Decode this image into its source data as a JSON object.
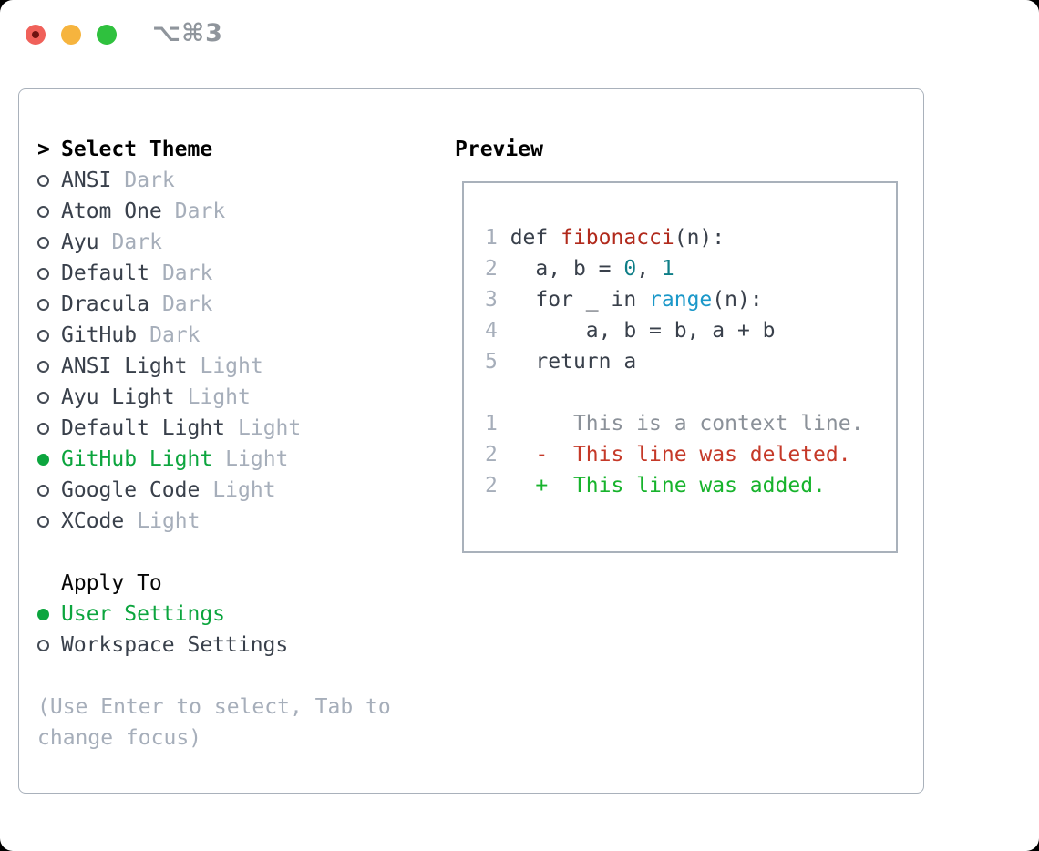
{
  "window": {
    "shortcut": "⌥⌘3"
  },
  "colors": {
    "accent_green": "#0ca53e",
    "added_green": "#17b32c",
    "deleted_red": "#c53928",
    "function_red": "#b12a1c",
    "number_teal": "#0e7e87",
    "builtin_blue": "#1b98c9",
    "muted_gray": "#a6aeba",
    "text_dark": "#39404b",
    "border_gray": "#a9b1bb",
    "traffic_red": "#f0615a",
    "traffic_yellow": "#f6b43e",
    "traffic_green": "#2fc13e"
  },
  "theme_list": {
    "prompt": ">",
    "header": "Select Theme",
    "items": [
      {
        "name": "ANSI",
        "variant": "Dark",
        "selected": false
      },
      {
        "name": "Atom One",
        "variant": "Dark",
        "selected": false
      },
      {
        "name": "Ayu",
        "variant": "Dark",
        "selected": false
      },
      {
        "name": "Default",
        "variant": "Dark",
        "selected": false
      },
      {
        "name": "Dracula",
        "variant": "Dark",
        "selected": false
      },
      {
        "name": "GitHub",
        "variant": "Dark",
        "selected": false
      },
      {
        "name": "ANSI Light",
        "variant": "Light",
        "selected": false
      },
      {
        "name": "Ayu Light",
        "variant": "Light",
        "selected": false
      },
      {
        "name": "Default Light",
        "variant": "Light",
        "selected": false
      },
      {
        "name": "GitHub Light",
        "variant": "Light",
        "selected": true
      },
      {
        "name": "Google Code",
        "variant": "Light",
        "selected": false
      },
      {
        "name": "XCode",
        "variant": "Light",
        "selected": false
      }
    ]
  },
  "apply_to": {
    "header": "Apply To",
    "options": [
      {
        "label": "User Settings",
        "selected": true
      },
      {
        "label": "Workspace Settings",
        "selected": false
      }
    ]
  },
  "hint": "(Use Enter to select, Tab to change focus)",
  "preview": {
    "title": "Preview",
    "code_lines": [
      [
        [
          "ln",
          "1"
        ],
        [
          "pl",
          " def "
        ],
        [
          "fn",
          "fibonacci"
        ],
        [
          "pl",
          "(n):"
        ]
      ],
      [
        [
          "ln",
          "2"
        ],
        [
          "pl",
          "   a, b = "
        ],
        [
          "num",
          "0"
        ],
        [
          "pl",
          ", "
        ],
        [
          "num",
          "1"
        ]
      ],
      [
        [
          "ln",
          "3"
        ],
        [
          "pl",
          "   for _ in "
        ],
        [
          "bi",
          "range"
        ],
        [
          "pl",
          "(n):"
        ]
      ],
      [
        [
          "ln",
          "4"
        ],
        [
          "pl",
          "       a, b = b, a + b"
        ]
      ],
      [
        [
          "ln",
          "5"
        ],
        [
          "pl",
          "   return a"
        ]
      ],
      [],
      [
        [
          "ln",
          "1"
        ],
        [
          "ctx",
          "      This is a context line."
        ]
      ],
      [
        [
          "ln",
          "2"
        ],
        [
          "del",
          "   -  This line was deleted."
        ]
      ],
      [
        [
          "ln",
          "2"
        ],
        [
          "add",
          "   +  This line was added."
        ]
      ]
    ]
  }
}
